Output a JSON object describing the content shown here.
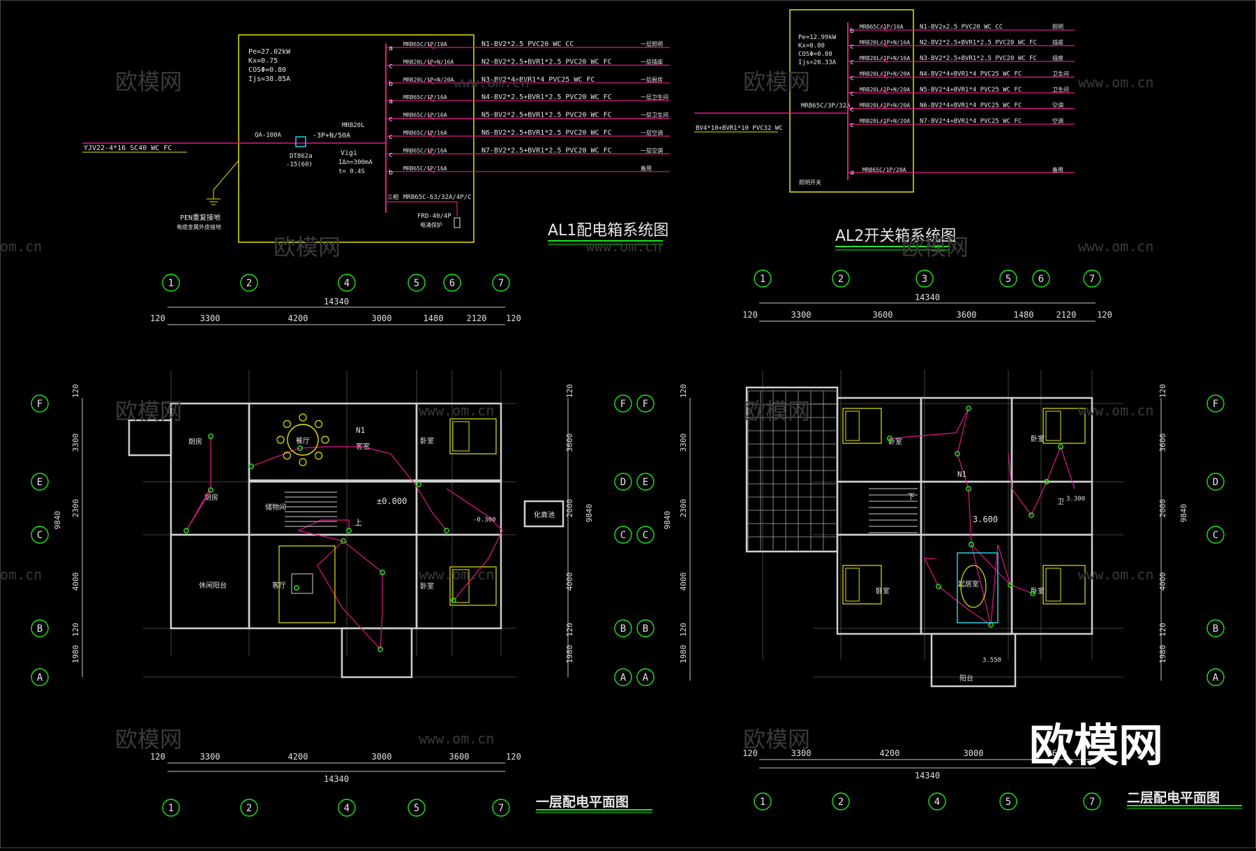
{
  "watermark": {
    "text": "欧模网",
    "url": "www.om.cn",
    "url_short": "om.cn"
  },
  "colors": {
    "bg": "#000000",
    "circuit": "#e8168a",
    "frame": "#e6e600",
    "wall": "#cfcfcf",
    "dim": "#c8c8c8",
    "axis": "#19e619",
    "title_underline": "#19e619",
    "furniture": "#e6e600",
    "text": "#e8e8e8"
  },
  "al1": {
    "title": "AL1配电箱系统图",
    "params": [
      "Pe=27.02kW",
      "Kx=0.75",
      "COSΦ=0.80",
      "Ijs=38.85A"
    ],
    "incoming": "YJV22-4*16 SC40 WC FC",
    "isolator": "QA-100A",
    "meter": "DT862a",
    "meter_rating": "-15(60)",
    "breaker": "MRB20L",
    "breaker_rating": "-3P+N/50A",
    "rcd": [
      "Vigi",
      "IΔn=300mA",
      "t= 0.4S"
    ],
    "ground": "PEN重复接地",
    "ground_note": "电缆金属外皮接地",
    "circuits": [
      {
        "phase": "a",
        "breaker": "MRB65C/1P/10A",
        "cable": "N1-BV2*2.5 PVC20 WC CC",
        "use": "一层照明"
      },
      {
        "phase": "c",
        "breaker": "MRB20L/1P+N/16A",
        "cable": "N2-BV2*2.5+BVR1*2.5 PVC20 WC FC",
        "use": "一层插座"
      },
      {
        "phase": "b",
        "breaker": "MRB20L/1P+N/20A",
        "cable": "N3-BV2*4+BVR1*4 PVC25 WC FC",
        "use": "一层厨房"
      },
      {
        "phase": "a",
        "breaker": "MRB65C/1P/16A",
        "cable": "N4-BV2*2.5+BVR1*2.5 PVC20 WC FC",
        "use": "一层卫生间"
      },
      {
        "phase": "c",
        "breaker": "MRB65C/1P/16A",
        "cable": "N5-BV2*2.5+BVR1*2.5 PVC20 WC FC",
        "use": "一层卫生间"
      },
      {
        "phase": "c",
        "breaker": "MRB65C/1P/16A",
        "cable": "N6-BV2*2.5+BVR1*2.5 PVC20 WC FC",
        "use": "一层空调"
      },
      {
        "phase": "c",
        "breaker": "MRB65C/1P/16A",
        "cable": "N7-BV2*2.5+BVR1*2.5 PVC20 WC FC",
        "use": "一层空调"
      },
      {
        "phase": "b",
        "breaker": "MRB65C/1P/16A",
        "cable": "",
        "use": "备用"
      }
    ],
    "spd_phase": "三相",
    "spd_breaker": "MRB65C-63/32A/4P/C",
    "spd": "FRD-40/4P",
    "spd_label": "电涌保护"
  },
  "al2": {
    "title": "AL2开关箱系统图",
    "params": [
      "Pe=12.99kW",
      "Kx=0.80",
      "COSΦ=0.80",
      "Ijs=20.33A"
    ],
    "incoming": "BV4*10+BVR1*10 PVC32 WC",
    "main_breaker": "MRB65C/3P/32A",
    "circuits": [
      {
        "phase": "b",
        "breaker": "MRB65C/1P/16A",
        "cable": "N1-BV2x2.5 PVC20 WC CC",
        "use": "照明"
      },
      {
        "phase": "c",
        "breaker": "MRB20L/1P+N/16A",
        "cable": "N2-BV2*2.5+BVR1*2.5 PVC20 WC FC",
        "use": "插座"
      },
      {
        "phase": "c",
        "breaker": "MRB20L/1P+N/16A",
        "cable": "N3-BV2*2.5+BVR1*2.5 PVC20 WC FC",
        "use": "插座"
      },
      {
        "phase": "c",
        "breaker": "MRB20L/1P+N/20A",
        "cable": "N4-BV2*4+BVR1*4 PVC25 WC FC",
        "use": "卫生间"
      },
      {
        "phase": "c",
        "breaker": "MRB20L/1P+N/20A",
        "cable": "N5-BV2*4+BVR1*4 PVC25 WC FC",
        "use": "卫生间"
      },
      {
        "phase": "c",
        "breaker": "MRB20L/1P+N/20A",
        "cable": "N6-BV2*4+BVR1*4 PVC25 WC FC",
        "use": "空调"
      },
      {
        "phase": "c",
        "breaker": "MRB20L/1P+N/20A",
        "cable": "N7-BV2*4+BVR1*4 PVC25 WC FC",
        "use": "空调"
      }
    ],
    "spare": {
      "phase": "a",
      "breaker": "MRB65C/1P/20A",
      "use": "备用"
    },
    "footer": "照明开关"
  },
  "plan1": {
    "title": "一层配电平面图",
    "top_axes": [
      "1",
      "2",
      "4",
      "5",
      "6",
      "7"
    ],
    "bottom_axes": [
      "1",
      "2",
      "4",
      "5",
      "7"
    ],
    "side_axes": [
      "F",
      "E",
      "C",
      "B",
      "A"
    ],
    "right_axes": [
      "F",
      "D",
      "C",
      "B",
      "A"
    ],
    "overall": "14340",
    "top_dims": [
      "120",
      "3300",
      "4200",
      "3000",
      "1480",
      "2120",
      "120"
    ],
    "bottom_dims": [
      "120",
      "3300",
      "4200",
      "3000",
      "3600",
      "120"
    ],
    "left_dims": [
      "120",
      "3300",
      "2300",
      "4000",
      "120",
      "1980"
    ],
    "left_total": "9840",
    "right_dims": [
      "120",
      "3600",
      "2000",
      "4000",
      "120",
      "1980"
    ],
    "right_total": "9840",
    "rooms": [
      {
        "id": "kitchen",
        "label": "厨房"
      },
      {
        "id": "kitchen2",
        "label": "厨房"
      },
      {
        "id": "dining",
        "label": "餐厅"
      },
      {
        "id": "guest",
        "label": "客室"
      },
      {
        "id": "storage",
        "label": "储物间"
      },
      {
        "id": "leisure",
        "label": "休闲阳台"
      },
      {
        "id": "living",
        "label": "客厅"
      },
      {
        "id": "bed1",
        "label": "卧室"
      },
      {
        "id": "bed2",
        "label": "卧室"
      },
      {
        "id": "septic",
        "label": "化粪池"
      }
    ],
    "panel_tag": "N1",
    "level": "±0.000",
    "bath_level": "-0.300",
    "stair": "上"
  },
  "plan2": {
    "title": "二层配电平面图",
    "top_axes": [
      "1",
      "2",
      "3",
      "5",
      "6",
      "7"
    ],
    "bottom_axes": [
      "1",
      "2",
      "4",
      "5",
      "7"
    ],
    "side_axes": [
      "F",
      "E",
      "C",
      "B",
      "A"
    ],
    "right_axes": [
      "F",
      "D",
      "C",
      "B",
      "A"
    ],
    "overall": "14340",
    "top_dims": [
      "120",
      "3300",
      "3600",
      "3600",
      "1480",
      "2120",
      "120"
    ],
    "bottom_dims": [
      "120",
      "3300",
      "4200",
      "3000",
      "3600"
    ],
    "left_dims": [
      "120",
      "3300",
      "2300",
      "4000",
      "120",
      "1980"
    ],
    "left_total": "9840",
    "right_dims": [
      "120",
      "3600",
      "2000",
      "4000",
      "120",
      "1980"
    ],
    "right_total": "9840",
    "rooms": [
      {
        "id": "bed_nw",
        "label": "卧室"
      },
      {
        "id": "bed_ne",
        "label": "卧室"
      },
      {
        "id": "bed_sw",
        "label": "卧室"
      },
      {
        "id": "bed_se",
        "label": "卧室"
      },
      {
        "id": "bath",
        "label": "卫"
      },
      {
        "id": "study",
        "label": "起居室"
      },
      {
        "id": "balcony",
        "label": "阳台"
      }
    ],
    "panel_tag": "N1",
    "level": "3.600",
    "bath_level": "3.300",
    "balcony_level": "3.550",
    "stair": "下"
  }
}
